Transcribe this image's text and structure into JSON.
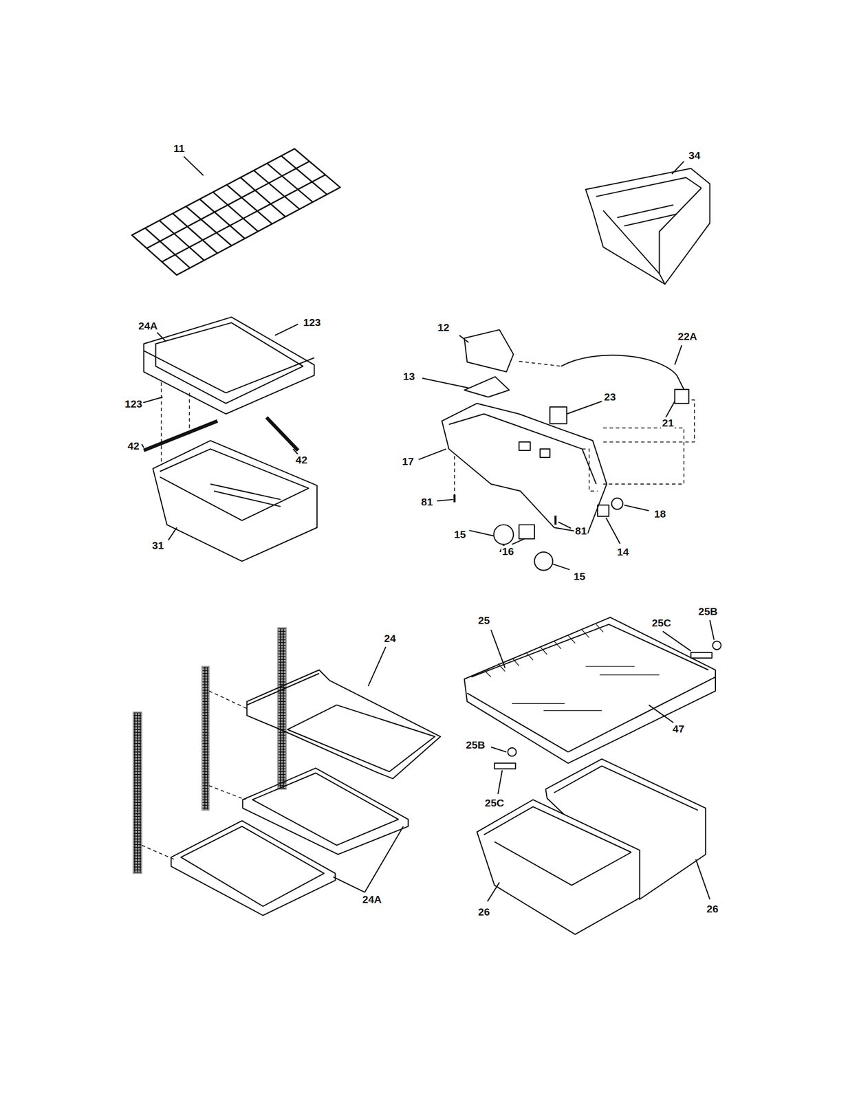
{
  "diagram": {
    "labels": [
      "11",
      "34",
      "24A",
      "123",
      "12",
      "22A",
      "123",
      "13",
      "23",
      "21",
      "42",
      "17",
      "42",
      "81",
      "18",
      "15",
      "16",
      "81",
      "14",
      "15",
      "31",
      "25",
      "25B",
      "24",
      "25C",
      "47",
      "25B",
      "25C",
      "24A",
      "26",
      "26"
    ]
  }
}
